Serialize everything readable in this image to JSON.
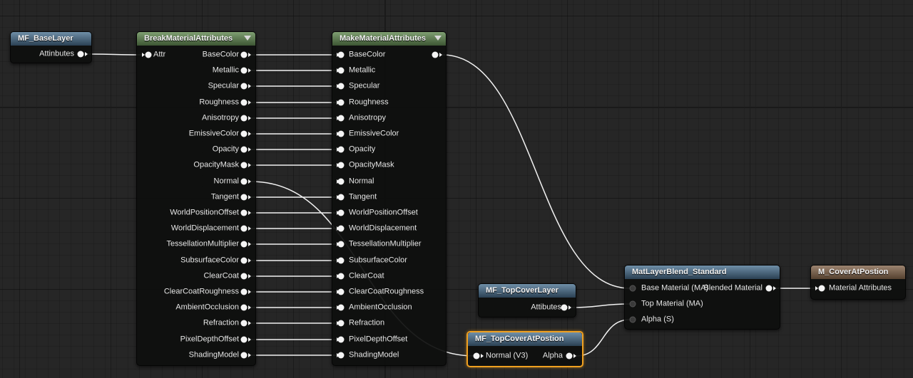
{
  "colors": {
    "header_blue": "#3d5a73",
    "header_green": "#506b45",
    "header_brown": "#6e5540",
    "selection": "#f0a020",
    "wire": "#f2f2f2"
  },
  "nodes": {
    "base_layer": {
      "title": "MF_BaseLayer",
      "output": "Attinbutes"
    },
    "break": {
      "title": "BreakMaterialAttributes",
      "input": "Attr",
      "outputs": [
        "BaseColor",
        "Metallic",
        "Specular",
        "Roughness",
        "Anisotropy",
        "EmissiveColor",
        "Opacity",
        "OpacityMask",
        "Normal",
        "Tangent",
        "WorldPositionOffset",
        "WorldDisplacement",
        "TessellationMultiplier",
        "SubsurfaceColor",
        "ClearCoat",
        "ClearCoatRoughness",
        "AmbientOcclusion",
        "Refraction",
        "PixelDepthOffset",
        "ShadingModel"
      ]
    },
    "make": {
      "title": "MakeMaterialAttributes",
      "inputs": [
        "BaseColor",
        "Metallic",
        "Specular",
        "Roughness",
        "Anisotropy",
        "EmissiveColor",
        "Opacity",
        "OpacityMask",
        "Normal",
        "Tangent",
        "WorldPositionOffset",
        "WorldDisplacement",
        "TessellationMultiplier",
        "SubsurfaceColor",
        "ClearCoat",
        "ClearCoatRoughness",
        "AmbientOcclusion",
        "Refraction",
        "PixelDepthOffset",
        "ShadingModel"
      ]
    },
    "top_cover_layer": {
      "title": "MF_TopCoverLayer",
      "output": "Attibutes"
    },
    "top_cover_pos": {
      "title": "MF_TopCoverAtPostion",
      "input": "Normal (V3)",
      "output": "Alpha"
    },
    "blend": {
      "title": "MatLayerBlend_Standard",
      "inputs": [
        "Base Material (MA)",
        "Top Material (MA)",
        "Alpha (S)"
      ],
      "output": "Blended Material"
    },
    "result": {
      "title": "M_CoverAtPostion",
      "input": "Material Attributes"
    }
  }
}
